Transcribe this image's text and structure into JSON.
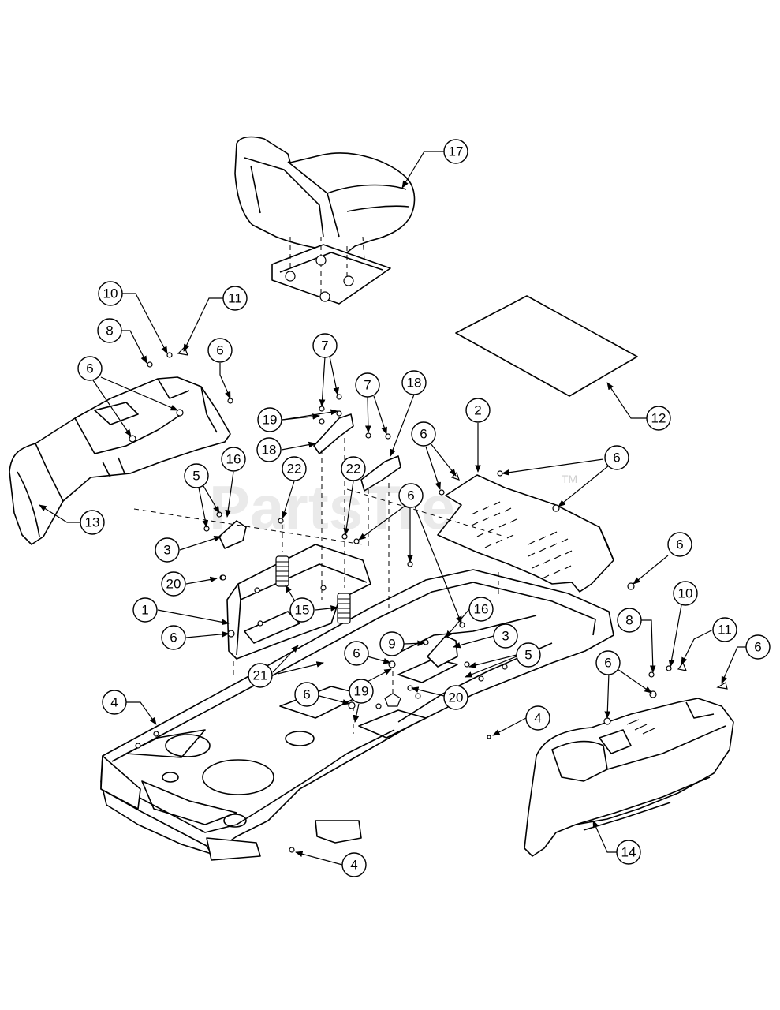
{
  "watermark": {
    "text": "PartsTree",
    "trademark": "TM"
  },
  "callouts": [
    {
      "label": "17"
    },
    {
      "label": "10"
    },
    {
      "label": "11"
    },
    {
      "label": "8"
    },
    {
      "label": "6"
    },
    {
      "label": "6"
    },
    {
      "label": "7"
    },
    {
      "label": "7"
    },
    {
      "label": "18"
    },
    {
      "label": "19"
    },
    {
      "label": "18"
    },
    {
      "label": "2"
    },
    {
      "label": "12"
    },
    {
      "label": "6"
    },
    {
      "label": "6"
    },
    {
      "label": "16"
    },
    {
      "label": "5"
    },
    {
      "label": "22"
    },
    {
      "label": "22"
    },
    {
      "label": "6"
    },
    {
      "label": "13"
    },
    {
      "label": "3"
    },
    {
      "label": "20"
    },
    {
      "label": "15"
    },
    {
      "label": "6"
    },
    {
      "label": "1"
    },
    {
      "label": "6"
    },
    {
      "label": "9"
    },
    {
      "label": "16"
    },
    {
      "label": "3"
    },
    {
      "label": "8"
    },
    {
      "label": "10"
    },
    {
      "label": "11"
    },
    {
      "label": "6"
    },
    {
      "label": "5"
    },
    {
      "label": "21"
    },
    {
      "label": "6"
    },
    {
      "label": "6"
    },
    {
      "label": "19"
    },
    {
      "label": "20"
    },
    {
      "label": "6"
    },
    {
      "label": "4"
    },
    {
      "label": "4"
    },
    {
      "label": "4"
    },
    {
      "label": "14"
    }
  ]
}
